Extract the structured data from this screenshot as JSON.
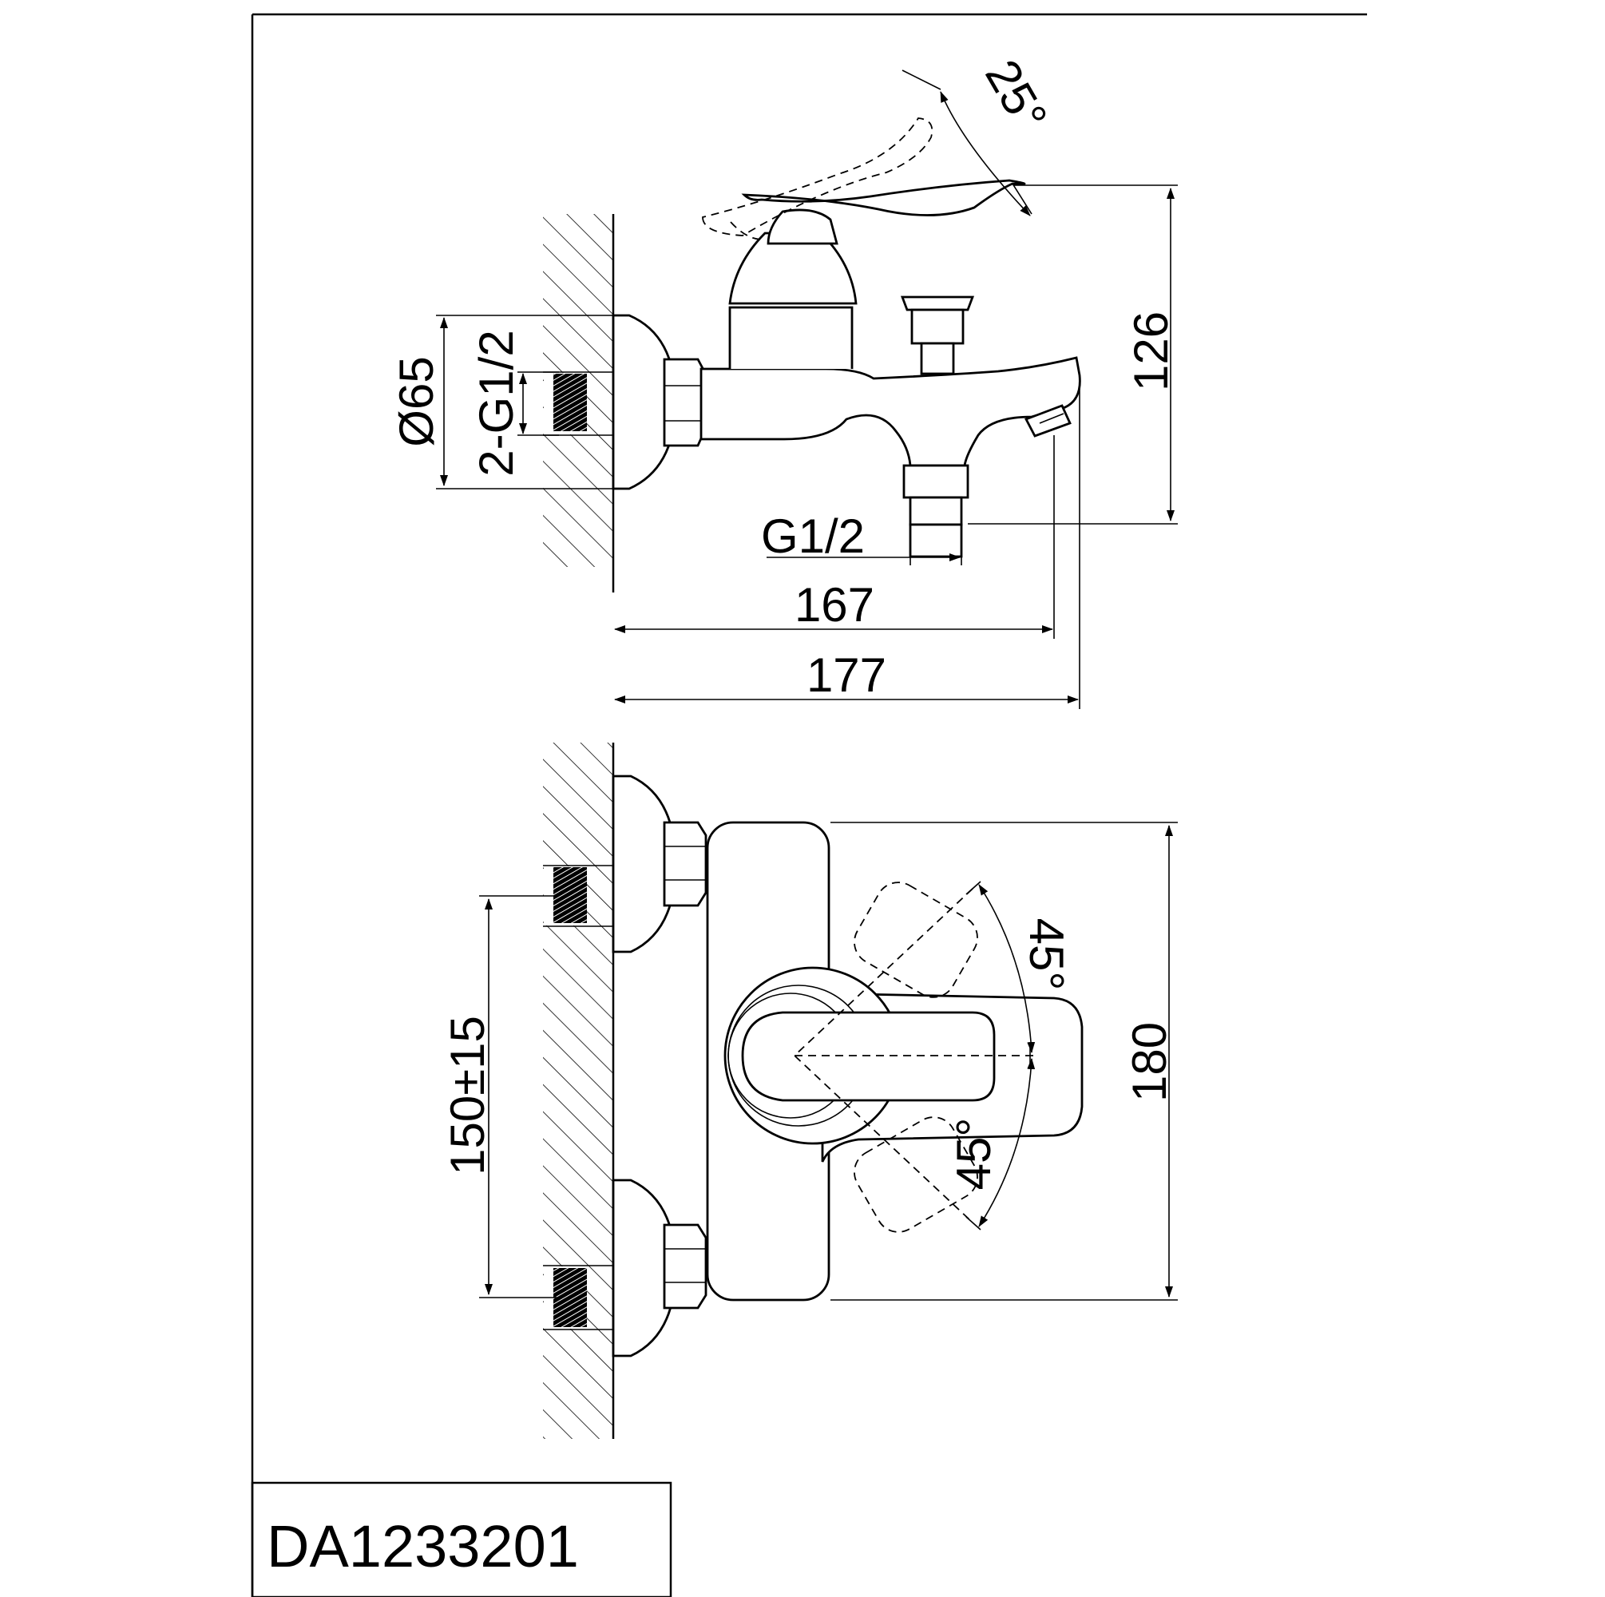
{
  "drawing": {
    "model_code": "DA1233201",
    "side_view": {
      "handle_tilt_angle": "25°",
      "flange_diameter": "Ø65",
      "inlet_thread": "2-G1/2",
      "outlet_thread": "G1/2",
      "height": "126",
      "spout_length_inner": "167",
      "spout_length_overall": "177"
    },
    "top_view": {
      "handle_angle_upper": "45°",
      "handle_angle_lower": "45°",
      "inlet_spacing": "150±15",
      "body_width": "180"
    }
  }
}
